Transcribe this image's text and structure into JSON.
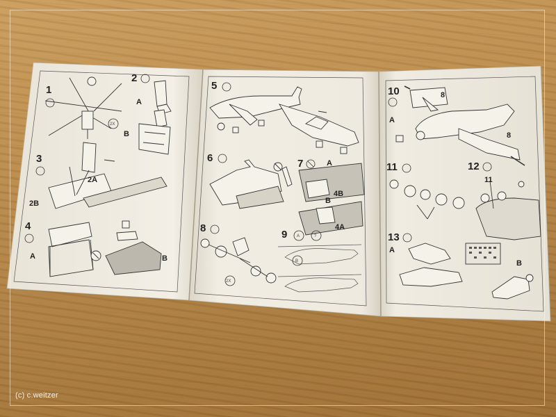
{
  "watermark": "(c) c.weitzer",
  "steps": {
    "s1": "1",
    "s2": "2",
    "s3": "3",
    "s4": "4",
    "s5": "5",
    "s6": "6",
    "s7": "7",
    "s8": "8",
    "s9": "9",
    "s10": "10",
    "s11": "11",
    "s12": "12",
    "s13": "13"
  },
  "sub": {
    "a": "A",
    "b": "B",
    "two_a": "2A",
    "two_b": "2B",
    "four_b": "4B",
    "four_a": "4A",
    "q": "?",
    "x2": "2X",
    "eight": "8",
    "eleven": "11"
  }
}
